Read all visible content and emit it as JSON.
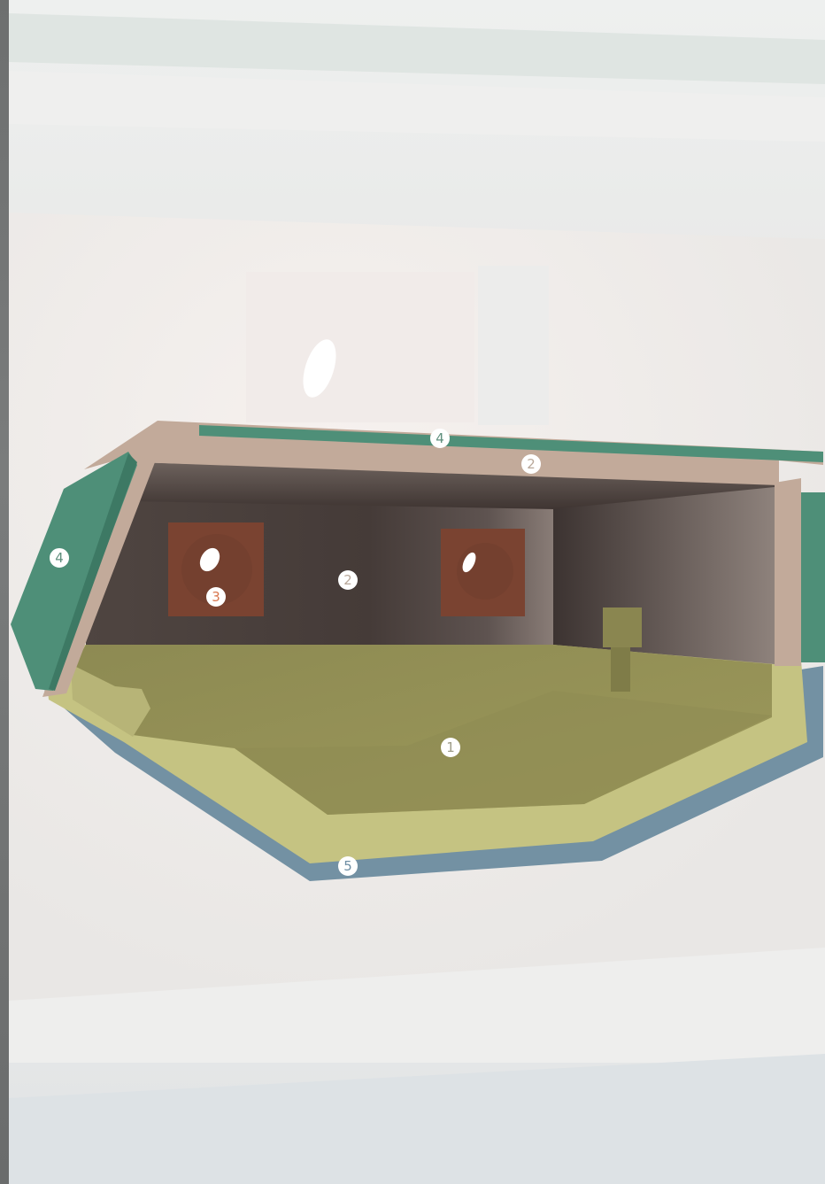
{
  "colors": {
    "background": "#e9e9e8",
    "layer_1_floor_fill": "#c5c382",
    "layer_2_wall": "#c2aa9a",
    "layer_2_interior": "#4a3f3b",
    "layer_3_opening": "#7a4331",
    "layer_4_facing": "#4e8f78",
    "layer_5_base": "#7391a3"
  },
  "markers": [
    {
      "id": "marker-4-top",
      "label": "4"
    },
    {
      "id": "marker-2-top",
      "label": "2"
    },
    {
      "id": "marker-4-left",
      "label": "4"
    },
    {
      "id": "marker-2-center",
      "label": "2"
    },
    {
      "id": "marker-3",
      "label": "3"
    },
    {
      "id": "marker-1",
      "label": "1"
    },
    {
      "id": "marker-5",
      "label": "5"
    }
  ]
}
